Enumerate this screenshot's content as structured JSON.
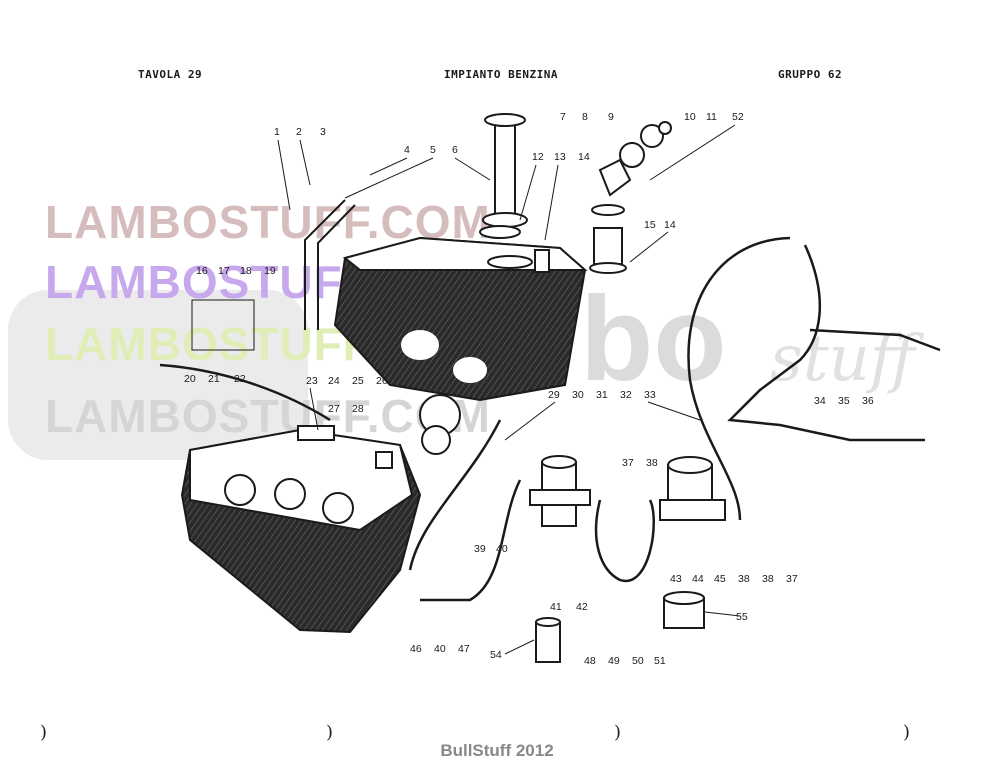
{
  "header": {
    "left": "TAVOLA  29",
    "center": "IMPIANTO BENZINA",
    "right": "GRUPPO 62"
  },
  "watermark": {
    "line1": "LAMBOSTUFF.COM",
    "line2": "LAMBOSTUFF.COM",
    "line3": "LAMBOSTUFF.COM",
    "line4": "LAMBOSTUFF.COM",
    "brand": "bo",
    "script": "stuff",
    "colors": {
      "line1": "#c9a7a7",
      "line2": "#b58be6",
      "line3": "#d7e8a0",
      "line4": "#c8c8c8"
    }
  },
  "callouts": [
    "1",
    "2",
    "3",
    "4",
    "5",
    "6",
    "7",
    "8",
    "9",
    "10",
    "11",
    "52",
    "12",
    "13",
    "14",
    "15",
    "14",
    "16",
    "17",
    "18",
    "19",
    "20",
    "21",
    "22",
    "23",
    "24",
    "25",
    "26",
    "27",
    "28",
    "29",
    "30",
    "31",
    "32",
    "33",
    "34",
    "35",
    "36",
    "37",
    "38",
    "39",
    "40",
    "40",
    "41",
    "42",
    "43",
    "44",
    "45",
    "38",
    "38",
    "37",
    "46",
    "47",
    "48",
    "49",
    "50",
    "51",
    "54",
    "55"
  ],
  "footer": "BullStuff 2012",
  "margin_marks": [
    ")",
    ")",
    ")",
    ")"
  ]
}
